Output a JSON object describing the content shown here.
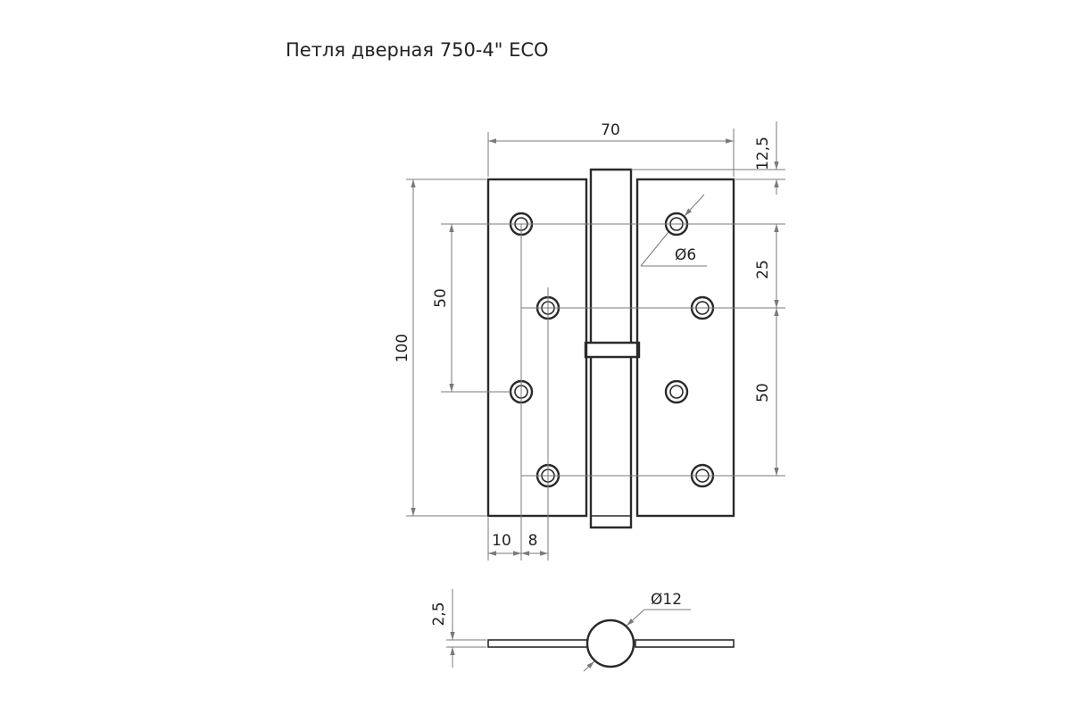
{
  "title": "Петля  дверная 750-4\" ECO",
  "dimensions": {
    "width": "70",
    "height": "100",
    "top_offset": "12,5",
    "hole_spacing_top": "25",
    "hole_spacing_right": "50",
    "hole_spacing_left": "50",
    "edge_offset": "10",
    "hole_offset": "8",
    "hole_diameter": "Ø6",
    "knuckle_diameter": "Ø12",
    "thickness": "2,5"
  }
}
